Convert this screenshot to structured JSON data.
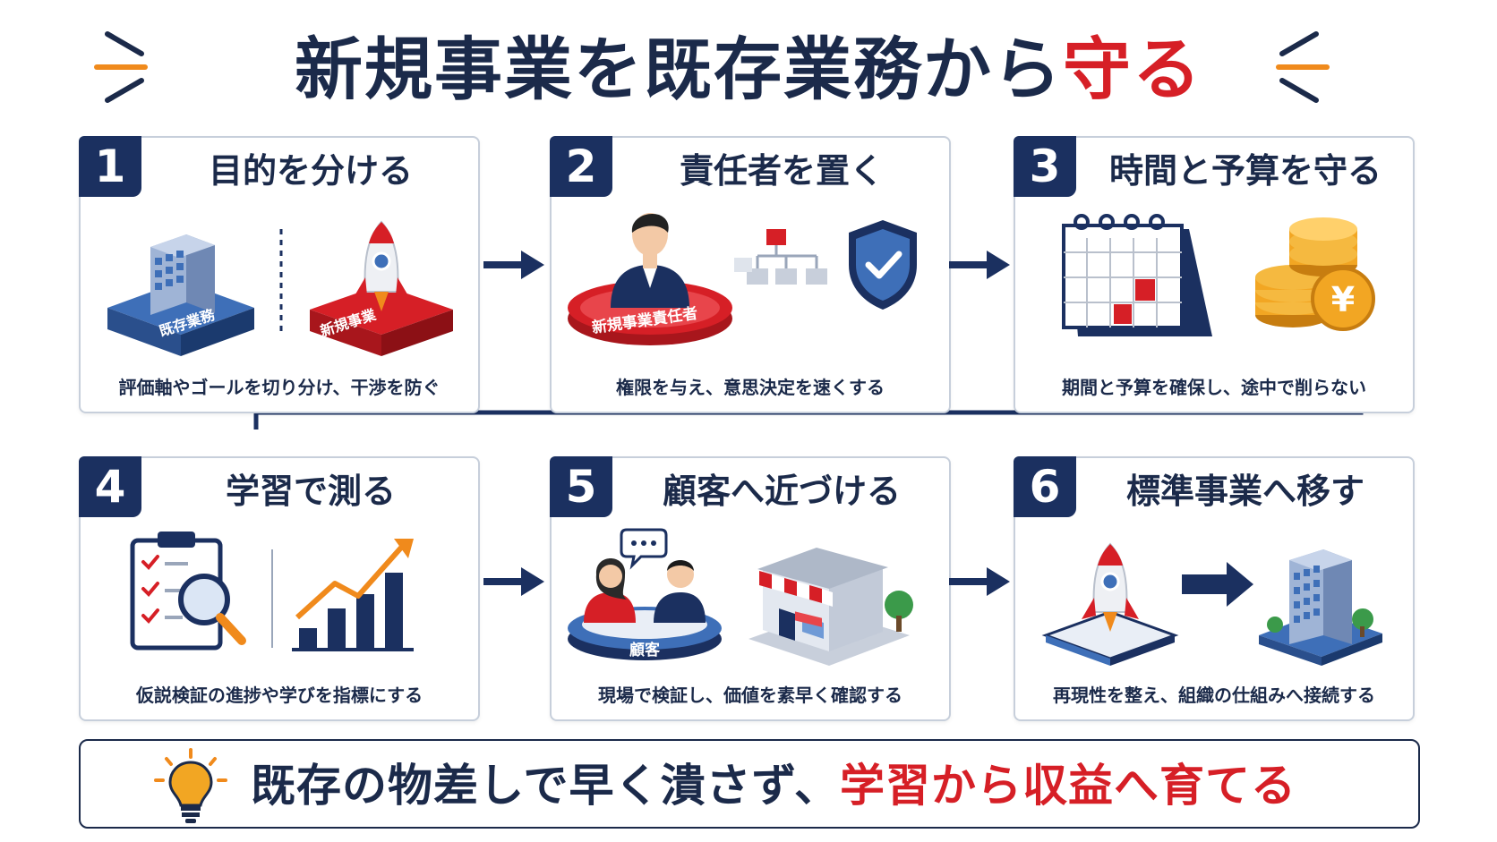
{
  "title": {
    "main": "新規事業を既存業務から",
    "highlight": "守る"
  },
  "steps": [
    {
      "num": "1",
      "title": "目的を分ける",
      "desc": "評価軸やゴールを切り分け、干渉を防ぐ",
      "label_left": "既存業務",
      "label_right": "新規事業"
    },
    {
      "num": "2",
      "title": "責任者を置く",
      "desc": "権限を与え、意思決定を速くする",
      "label": "新規事業責任者"
    },
    {
      "num": "3",
      "title": "時間と予算を守る",
      "desc": "期間と予算を確保し、途中で削らない",
      "currency": "¥"
    },
    {
      "num": "4",
      "title": "学習で測る",
      "desc": "仮説検証の進捗や学びを指標にする"
    },
    {
      "num": "5",
      "title": "顧客へ近づける",
      "desc": "現場で検証し、価値を素早く確認する",
      "label": "顧客"
    },
    {
      "num": "6",
      "title": "標準事業へ移す",
      "desc": "再現性を整え、組織の仕組みへ接続する"
    }
  ],
  "bottom": {
    "text": "既存の物差しで早く潰さず、",
    "highlight": "学習から収益へ育てる"
  },
  "colors": {
    "navy": "#1b3060",
    "red": "#d61f26",
    "orange": "#f08a1c",
    "gold": "#f2a623"
  }
}
